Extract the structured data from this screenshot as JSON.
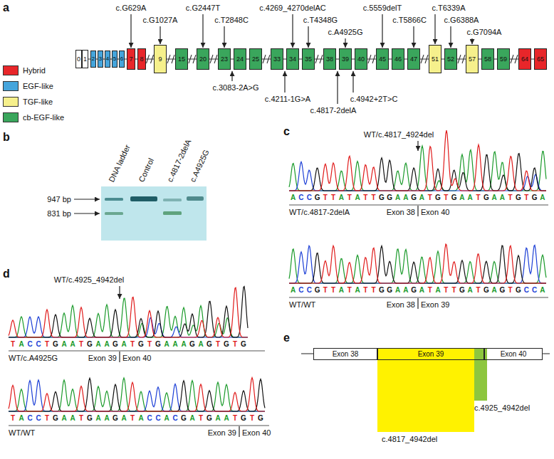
{
  "diagram": {
    "nodes": [
      {
        "text": [
          "0"
        ]
      },
      {
        "text": [
          "1"
        ]
      },
      {
        "text": [
          "2"
        ]
      },
      {
        "text": [
          "3"
        ]
      },
      {
        "text": [
          "4"
        ]
      },
      {
        "text": [
          "5"
        ]
      },
      {
        "text": [
          "6"
        ]
      },
      {
        "text": [
          "7"
        ]
      },
      {
        "text": [
          "8"
        ]
      },
      {
        "text": [
          "9"
        ]
      },
      {
        "text": [
          "15"
        ]
      },
      {
        "text": [
          "20"
        ]
      },
      {
        "text": [
          "23"
        ]
      },
      {
        "text": [
          "24"
        ]
      },
      {
        "text": [
          "25"
        ]
      },
      {
        "text": [
          "33"
        ]
      },
      {
        "text": [
          "34"
        ]
      },
      {
        "text": [
          "35"
        ]
      },
      {
        "text": [
          "38"
        ]
      },
      {
        "text": [
          "39"
        ]
      },
      {
        "text": [
          "40"
        ]
      },
      {
        "text": [
          "45"
        ]
      },
      {
        "text": [
          "46"
        ]
      },
      {
        "text": [
          "47"
        ]
      },
      {
        "text": [
          "51"
        ]
      },
      {
        "text": [
          "52"
        ]
      },
      {
        "text": [
          "57"
        ]
      },
      {
        "text": [
          "58"
        ]
      },
      {
        "text": [
          "59"
        ]
      },
      {
        "text": [
          "64"
        ]
      },
      {
        "text": [
          "65"
        ]
      },
      {
        "text": [
          "Exon 38"
        ]
      },
      {
        "text": [
          "Exon 39"
        ]
      },
      {
        "text": [
          "Exon 40"
        ]
      }
    ],
    "labels": [
      "a",
      "c.G629A",
      "c.G1027A",
      "c.G2447T",
      "c.T2848C",
      "c.4269_4270delAC",
      "c.T4348G",
      "c.A4925G",
      "c.5559delT",
      "c.T5866C",
      "c.T6339A",
      "c.G6388A",
      "c.G7094A",
      "c.3083-2A>G",
      "c.4211-1G>A",
      "c.4817-2delA",
      "c.4942+2T>C",
      "b",
      "DNA ladder",
      "Control",
      "c.4817-2delA",
      "c.A4925G",
      "947 bp",
      "831 bp",
      "c",
      "WT/c.4817_4924del",
      "ACCGTTATATTGGAAGATGTGAATGAATGTGA",
      "WT/c.4817-2delA",
      "Exon 38",
      "Exon 40",
      "ACCGTTATATTGGAAGATATTGATGAGTGCCA",
      "WT/WT",
      "Exon 38",
      "Exon 39",
      "d",
      "WT/c.4925_4942del",
      "TACCTGAATGAAGATGTGAAAGAGTGTG",
      "WT/c.A4925G",
      "Exon 39",
      "Exon 40",
      "TACCTGAATGAAGATACCACGATGAATGTG",
      "WT/WT",
      "Exon 39",
      "Exon 40",
      "e",
      "c.4925_4942del",
      "c.4817_4942del"
    ],
    "legend": [
      {
        "text": "Hybrid",
        "color": "#e8262a"
      },
      {
        "text": "EGF-like",
        "color": "#45a5dc"
      },
      {
        "text": "TGF-like",
        "color": "#f6f08c"
      },
      {
        "text": "cb-EGF-like",
        "color": "#3aa65c"
      }
    ]
  }
}
